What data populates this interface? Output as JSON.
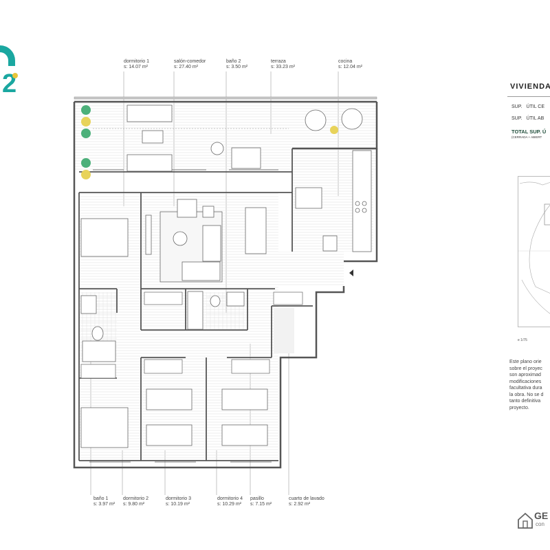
{
  "logo_number": "2",
  "rooms_top": [
    {
      "name": "dormitorio 1",
      "area": "s: 14.07 m²"
    },
    {
      "name": "salón-comedor",
      "area": "s: 27.40 m²"
    },
    {
      "name": "baño 2",
      "area": "s: 3.50 m²"
    },
    {
      "name": "terraza",
      "area": "s: 33.23 m²"
    },
    {
      "name": "cocina",
      "area": "s: 12.04 m²"
    }
  ],
  "rooms_bottom": [
    {
      "name": "baño 1",
      "area": "s: 3.97 m²"
    },
    {
      "name": "dormitorio 2",
      "area": "s: 9.80 m²"
    },
    {
      "name": "dormitorio 3",
      "area": "s: 10.19 m²"
    },
    {
      "name": "dormitorio 4",
      "area": "s: 10.29 m²"
    },
    {
      "name": "pasillo",
      "area": "s: 7.15 m²"
    },
    {
      "name": "cuarto de lavado",
      "area": "s: 2.92 m²"
    }
  ],
  "sidebar": {
    "title": "VIVIENDA",
    "sup_prefix": "SUP.",
    "sup_cerrada": "ÚTIL CE",
    "sup_abierta": "ÚTIL AB",
    "total": "TOTAL SUP. Ú",
    "total_sub": "(CERRADA + ABIERT",
    "scale": "e 1/75",
    "note": "Este plano orie\nsobre el proyec\nson aproximad\nmodificaciones\nfacultativa dura\nla obra. No se d\ntanto definitiva\nproyecto.",
    "brand": "GE",
    "brand_sub": "con"
  },
  "colors": {
    "logo_teal": "#1aa7a0",
    "logo_yellow": "#e8c53a",
    "plant_green": "#4cb07a",
    "plant_yellow": "#e8d35a",
    "wall": "#555555",
    "floor_line": "#e6e6e6",
    "brand_green": "#1f4d3a"
  }
}
